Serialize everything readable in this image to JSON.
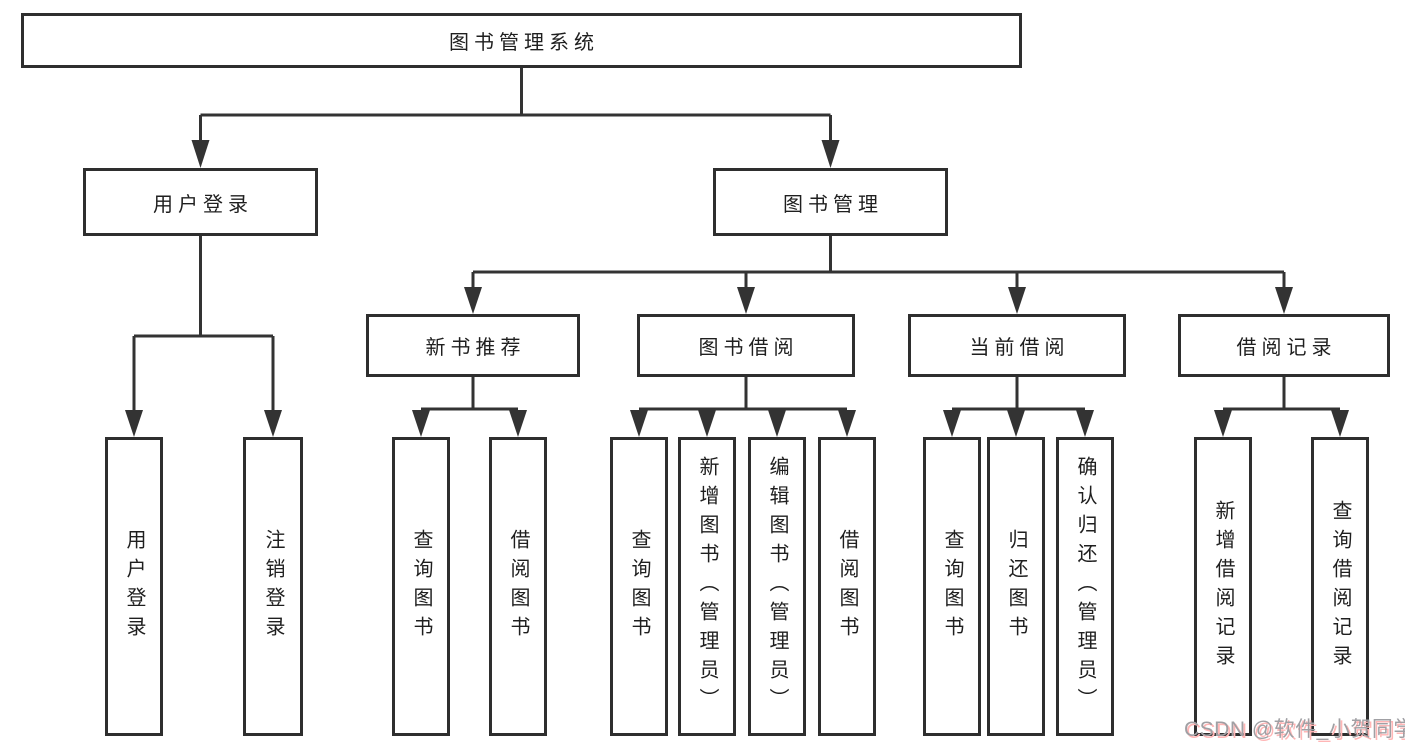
{
  "diagram": {
    "title": "图书管理系统",
    "level2": [
      {
        "label": "用户登录"
      },
      {
        "label": "图书管理"
      }
    ],
    "level3": [
      {
        "label": "新书推荐",
        "parent": "图书管理"
      },
      {
        "label": "图书借阅",
        "parent": "图书管理"
      },
      {
        "label": "当前借阅",
        "parent": "图书管理"
      },
      {
        "label": "借阅记录",
        "parent": "图书管理"
      }
    ],
    "leaves": [
      {
        "label": "用户登录",
        "parent": "用户登录"
      },
      {
        "label": "注销登录",
        "parent": "用户登录"
      },
      {
        "label": "查询图书",
        "parent": "新书推荐"
      },
      {
        "label": "借阅图书",
        "parent": "新书推荐"
      },
      {
        "label": "查询图书",
        "parent": "图书借阅"
      },
      {
        "label": "新增图书（管理员）",
        "parent": "图书借阅"
      },
      {
        "label": "编辑图书（管理员）",
        "parent": "图书借阅"
      },
      {
        "label": "借阅图书",
        "parent": "图书借阅"
      },
      {
        "label": "查询图书",
        "parent": "当前借阅"
      },
      {
        "label": "归还图书",
        "parent": "当前借阅"
      },
      {
        "label": "确认归还（管理员）",
        "parent": "当前借阅"
      },
      {
        "label": "新增借阅记录",
        "parent": "借阅记录"
      },
      {
        "label": "查询借阅记录",
        "parent": "借阅记录"
      }
    ]
  },
  "watermark": {
    "text": "CSDN @软件_小贺同学"
  },
  "colors": {
    "line": "#333333",
    "box_border": "#2e2e2e",
    "box_fill": "#ffffff",
    "text": "#1f1f1f",
    "background": "#ffffff",
    "watermark_text": "#a0a0a4",
    "watermark_shadow": "#ffb6b6"
  }
}
